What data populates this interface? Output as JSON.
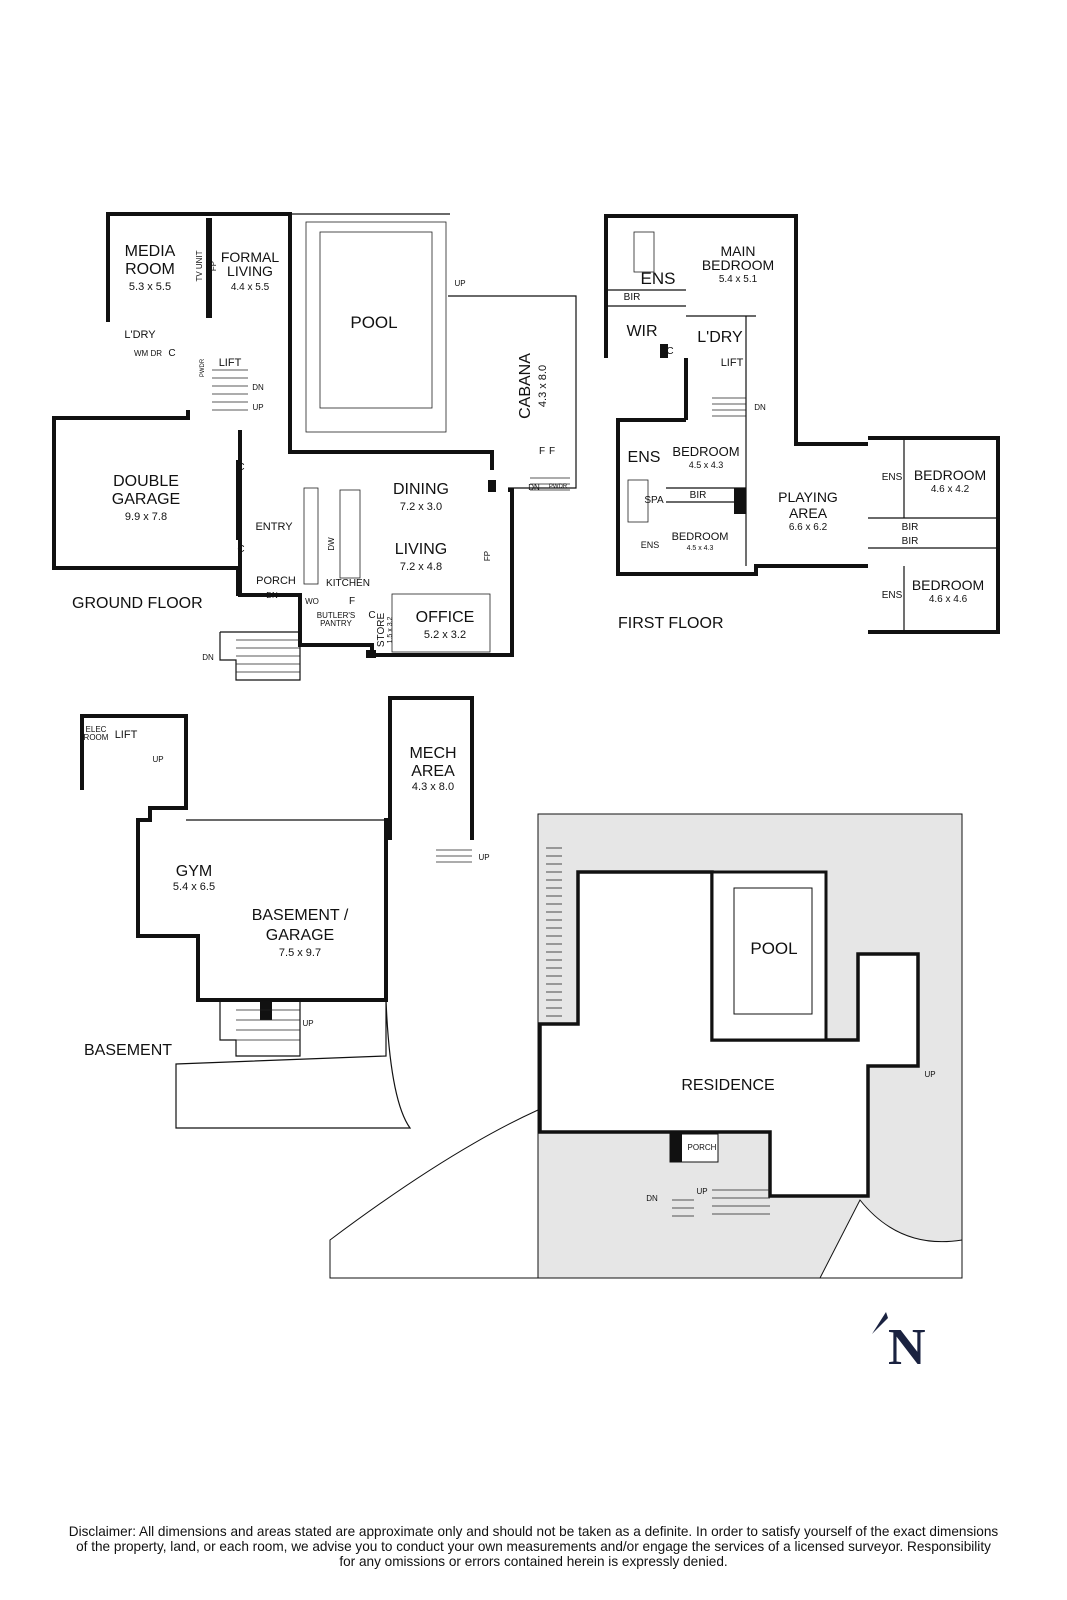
{
  "levels": {
    "ground": "GROUND FLOOR",
    "first": "FIRST FLOOR",
    "basement": "BASEMENT"
  },
  "ground_rooms": {
    "media": {
      "name_1": "MEDIA",
      "name_2": "ROOM",
      "dims": "5.3 x 5.5"
    },
    "formal": {
      "name_1": "FORMAL",
      "name_2": "LIVING",
      "dims": "4.4 x 5.5"
    },
    "pool": {
      "name": "POOL"
    },
    "cabana": {
      "name": "CABANA",
      "dims": "4.3 x 8.0"
    },
    "ldry": {
      "name": "L'DRY"
    },
    "lift": {
      "name": "LIFT"
    },
    "garage": {
      "name_1": "DOUBLE",
      "name_2": "GARAGE",
      "dims": "9.9 x 7.8"
    },
    "dining": {
      "name": "DINING",
      "dims": "7.2 x 3.0"
    },
    "living": {
      "name": "LIVING",
      "dims": "7.2 x 4.8"
    },
    "entry": {
      "name": "ENTRY"
    },
    "porch": {
      "name": "PORCH"
    },
    "kitchen": {
      "name": "KITCHEN"
    },
    "butlers": {
      "name_1": "BUTLER'S",
      "name_2": "PANTRY"
    },
    "store": {
      "name": "STORE",
      "dims": "1.5 x 3.2"
    },
    "office": {
      "name": "OFFICE",
      "dims": "5.2 x 3.2"
    }
  },
  "first_rooms": {
    "main_bed": {
      "name_1": "MAIN",
      "name_2": "BEDROOM",
      "dims": "5.4 x 5.1"
    },
    "ens_main": {
      "name": "ENS"
    },
    "bir_main": {
      "name": "BIR"
    },
    "wir": {
      "name": "WIR"
    },
    "ldry": {
      "name": "L'DRY"
    },
    "lift": {
      "name": "LIFT"
    },
    "bed2": {
      "name": "BEDROOM",
      "dims": "4.5 x 4.3"
    },
    "bed3": {
      "name": "BEDROOM",
      "dims": "4.5 x 4.3"
    },
    "ens2": {
      "name": "ENS"
    },
    "ens3": {
      "name": "ENS"
    },
    "spa": {
      "name": "SPA"
    },
    "bir_mid": {
      "name": "BIR"
    },
    "playing": {
      "name_1": "PLAYING",
      "name_2": "AREA",
      "dims": "6.6 x 6.2"
    },
    "bed4": {
      "name": "BEDROOM",
      "dims": "4.6 x 4.2"
    },
    "bed5": {
      "name": "BEDROOM",
      "dims": "4.6 x 4.6"
    },
    "ens4": {
      "name": "ENS"
    },
    "ens5": {
      "name": "ENS"
    },
    "bir_a": {
      "name": "BIR"
    },
    "bir_b": {
      "name": "BIR"
    }
  },
  "basement_rooms": {
    "elec": {
      "name_1": "ELEC",
      "name_2": "ROOM"
    },
    "lift": {
      "name": "LIFT"
    },
    "mech": {
      "name_1": "MECH",
      "name_2": "AREA",
      "dims": "4.3 x 8.0"
    },
    "gym": {
      "name": "GYM",
      "dims": "5.4 x 6.5"
    },
    "garage": {
      "name_1": "BASEMENT /",
      "name_2": "GARAGE",
      "dims": "7.5 x 9.7"
    }
  },
  "site": {
    "pool": "POOL",
    "residence": "RESIDENCE",
    "porch": "PORCH"
  },
  "markers": {
    "up": "UP",
    "dn": "DN",
    "c": "C",
    "fp": "FP",
    "wm_dr": "WM DR",
    "tv_unit": "TV UNIT",
    "pwdr": "PWDR",
    "dw": "DW",
    "wo": "WO",
    "f": "F"
  },
  "north": "N",
  "disclaimer": {
    "line_1": "Disclaimer: All dimensions and areas stated are approximate only and should not be taken as a definite. In order to satisfy yourself of the exact dimensions",
    "line_2": "of the property, land, or each room, we advise you to conduct your own measurements and/or engage the services of a licensed surveyor. Responsibility",
    "line_3": "for any omissions or errors contained herein is expressly denied."
  }
}
